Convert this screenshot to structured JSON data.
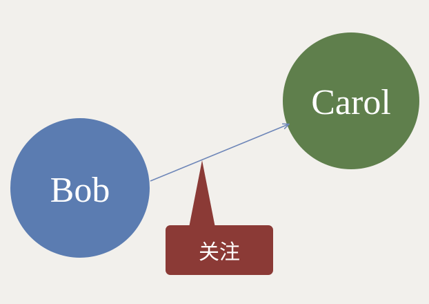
{
  "nodes": {
    "bob": {
      "label": "Bob",
      "color": "#5b7cb1"
    },
    "carol": {
      "label": "Carol",
      "color": "#5f7f4c"
    }
  },
  "edge": {
    "from": "bob",
    "to": "carol",
    "color": "#6e86b8"
  },
  "callout": {
    "label": "关注",
    "color": "#8b3a36"
  }
}
